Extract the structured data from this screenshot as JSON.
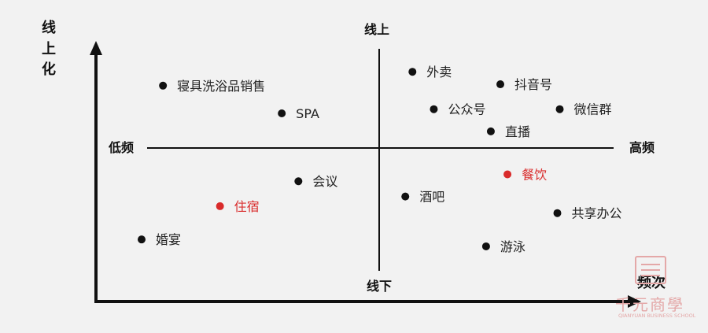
{
  "axes": {
    "y_title": [
      "线",
      "上",
      "化"
    ],
    "x_title": "频次",
    "top": "线上",
    "bottom": "线下",
    "left": "低频",
    "right": "高频"
  },
  "items": [
    {
      "label": "寝具洗浴品销售",
      "online": 0.45,
      "frequency": -0.91,
      "highlight": false
    },
    {
      "label": "SPA",
      "online": 0.25,
      "frequency": -0.41,
      "highlight": false
    },
    {
      "label": "外卖",
      "online": 0.55,
      "frequency": 0.14,
      "highlight": false
    },
    {
      "label": "抖音号",
      "online": 0.46,
      "frequency": 0.51,
      "highlight": false
    },
    {
      "label": "公众号",
      "online": 0.28,
      "frequency": 0.23,
      "highlight": false
    },
    {
      "label": "微信群",
      "online": 0.28,
      "frequency": 0.76,
      "highlight": false
    },
    {
      "label": "直播",
      "online": 0.12,
      "frequency": 0.47,
      "highlight": false
    },
    {
      "label": "会议",
      "online": -0.24,
      "frequency": -0.34,
      "highlight": false
    },
    {
      "label": "餐饮",
      "online": -0.19,
      "frequency": 0.54,
      "highlight": true
    },
    {
      "label": "酒吧",
      "online": -0.35,
      "frequency": 0.11,
      "highlight": false
    },
    {
      "label": "住宿",
      "online": -0.42,
      "frequency": -0.67,
      "highlight": true
    },
    {
      "label": "共享办公",
      "online": -0.47,
      "frequency": 0.75,
      "highlight": false
    },
    {
      "label": "婚宴",
      "online": -0.66,
      "frequency": -1.0,
      "highlight": false
    },
    {
      "label": "游泳",
      "online": -0.71,
      "frequency": 0.45,
      "highlight": false
    }
  ],
  "watermark": {
    "cn": "千元商學",
    "en": "QIANYUAN BUSINESS SCHOOL"
  },
  "colors": {
    "dot": "#111111",
    "highlight": "#d92b2b",
    "axis": "#111111"
  }
}
